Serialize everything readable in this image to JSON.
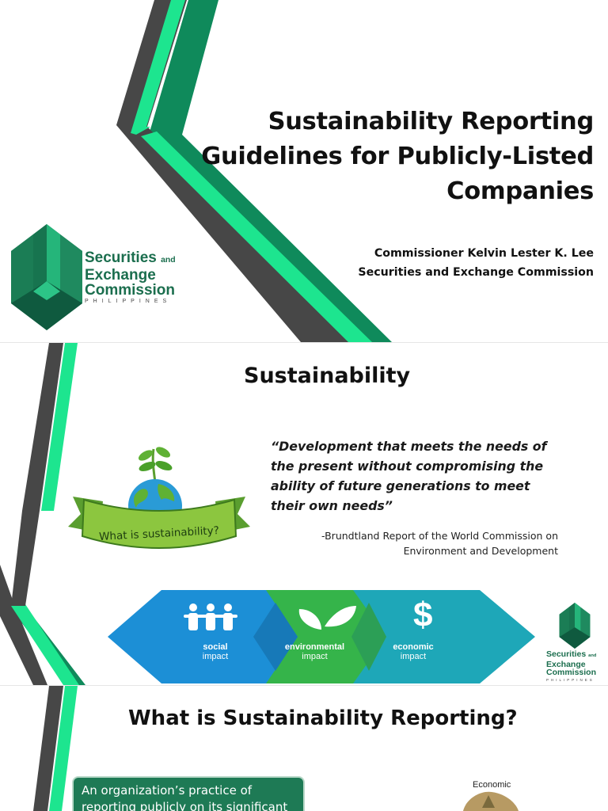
{
  "slide1": {
    "title_lines": [
      "Sustainability Reporting",
      "Guidelines for Publicly-Listed",
      "Companies"
    ],
    "presenter_name": "Commissioner Kelvin Lester K. Lee",
    "presenter_org": "Securities and Exchange Commission",
    "logo": {
      "line1": "Securities",
      "line1_and": "and",
      "line2": "Exchange",
      "line3": "Commission",
      "line4": "PHILIPPINES"
    }
  },
  "slide2": {
    "heading": "Sustainability",
    "banner_text": "What is sustainability?",
    "quote": "“Development that meets the needs of the present without compromising the ability of future generations to meet their own needs”",
    "attribution_lines": [
      "-Brundtland Report of the World Commission on",
      "Environment and Development"
    ],
    "impacts": [
      {
        "title": "social",
        "sub": "impact",
        "color": "#1c8fd6"
      },
      {
        "title": "environmental",
        "sub": "impact",
        "color": "#35b44a"
      },
      {
        "title": "economic",
        "sub": "impact",
        "color": "#1ea7b8"
      }
    ],
    "logo": {
      "line1": "Securities",
      "line1_and": "and",
      "line2": "Exchange",
      "line3": "Commission",
      "line4": "PHILIPPINES"
    }
  },
  "slide3": {
    "heading": "What is Sustainability Reporting?",
    "box_text": "An organization’s practice of reporting publicly on its significant",
    "economic_label": "Economic"
  },
  "colors": {
    "accent_green": "#1de58f",
    "dark_green": "#0f5a3f",
    "mid_green": "#1f8a5f",
    "dark_gray": "#474747"
  }
}
